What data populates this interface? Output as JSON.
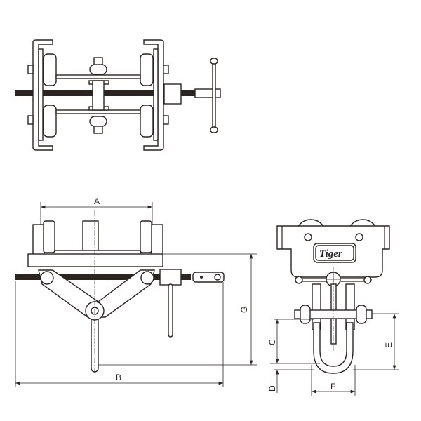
{
  "diagram": {
    "title": "Tiger beam trolley dimension drawing",
    "brand_logo": "Tiger",
    "dimension_labels": {
      "a": "A",
      "b": "B",
      "c": "C",
      "d": "D",
      "e": "E",
      "f": "F",
      "g": "G"
    }
  }
}
